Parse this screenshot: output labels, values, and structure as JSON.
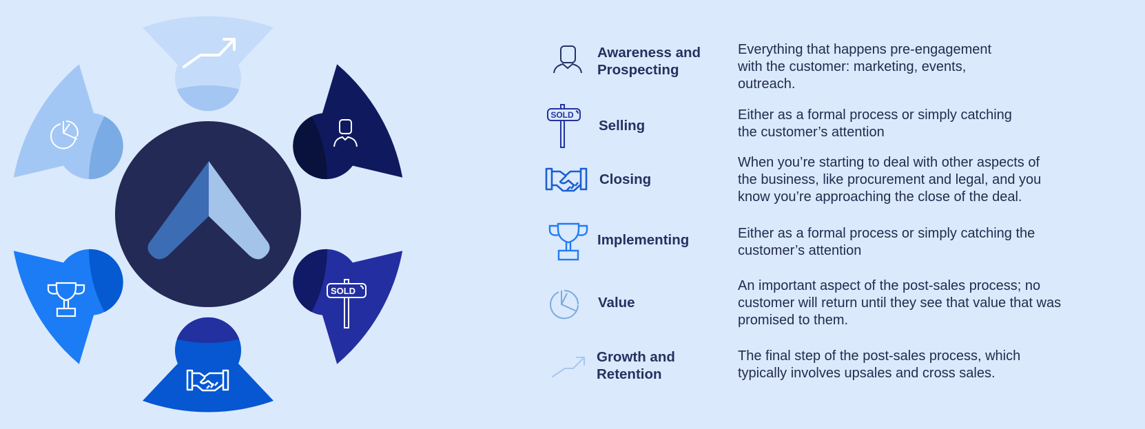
{
  "wheel": {
    "center_logo": "chevron-up-logo",
    "colors": {
      "background": "#dbe9fc",
      "center_circle": "#232a55",
      "logo_left": "#3c6cb4",
      "logo_right": "#a3c3e9"
    },
    "segments": [
      {
        "stage": "Growth and Retention",
        "icon": "trend-arrow-icon",
        "fill": "#c4dcfa",
        "shade": "#a3c6f3"
      },
      {
        "stage": "Awareness and Prospecting",
        "icon": "person-icon",
        "fill": "#0f1a5e",
        "shade": "#09113d"
      },
      {
        "stage": "Selling",
        "icon": "sold-sign-icon",
        "fill": "#232fa0",
        "shade": "#101a66"
      },
      {
        "stage": "Closing",
        "icon": "handshake-icon",
        "fill": "#0657d1",
        "shade": "#2230a0"
      },
      {
        "stage": "Implementing",
        "icon": "trophy-icon",
        "fill": "#1b7cf5",
        "shade": "#055ad2"
      },
      {
        "stage": "Value",
        "icon": "pie-chart-icon",
        "fill": "#a3c7f4",
        "shade": "#7aabe4"
      }
    ]
  },
  "stages": [
    {
      "label": "Awareness and\nProspecting",
      "icon": "person-icon",
      "icon_color": "#253366",
      "description": "Everything that happens pre-engagement\nwith the customer: marketing, events,\noutreach."
    },
    {
      "label": "Selling",
      "icon": "sold-sign-icon",
      "icon_color": "#2233a0",
      "sign_text": "SOLD",
      "description": "Either as a formal process or simply catching\nthe customer’s attention"
    },
    {
      "label": "Closing",
      "icon": "handshake-icon",
      "icon_color": "#1a5fd1",
      "description": "When you’re starting to deal with other aspects of\nthe business, like procurement and legal, and you\nknow you’re approaching the close of the deal."
    },
    {
      "label": "Implementing",
      "icon": "trophy-icon",
      "icon_color": "#1f7cf5",
      "description": "Either as a formal process or simply catching the\ncustomer’s attention"
    },
    {
      "label": "Value",
      "icon": "pie-chart-icon",
      "icon_color": "#7aaae0",
      "description": "An important aspect of the post-sales process; no\ncustomer will return until they see that value that was\npromised to them."
    },
    {
      "label": "Growth and\nRetention",
      "icon": "trend-arrow-icon",
      "icon_color": "#a8c8f0",
      "description": "The final step of the post-sales process, which\ntypically involves upsales and cross sales."
    }
  ]
}
